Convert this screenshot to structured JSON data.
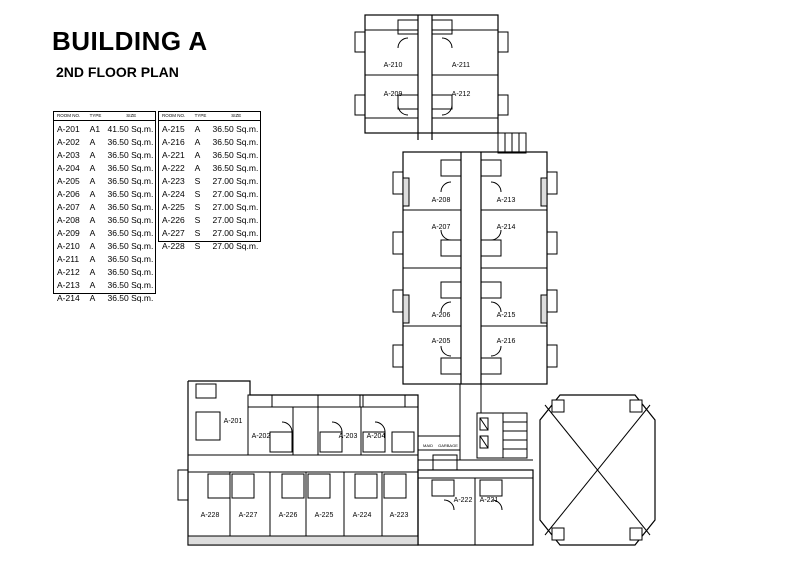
{
  "title": "BUILDING A",
  "subtitle": "2ND FLOOR PLAN",
  "schedule_header": {
    "room": "ROOM NO.",
    "type": "TYPE",
    "size": "SIZE"
  },
  "schedule_left": [
    {
      "room": "A-201",
      "type": "A1",
      "size": "41.50 Sq.m."
    },
    {
      "room": "A-202",
      "type": "A",
      "size": "36.50 Sq.m."
    },
    {
      "room": "A-203",
      "type": "A",
      "size": "36.50 Sq.m."
    },
    {
      "room": "A-204",
      "type": "A",
      "size": "36.50 Sq.m."
    },
    {
      "room": "A-205",
      "type": "A",
      "size": "36.50 Sq.m."
    },
    {
      "room": "A-206",
      "type": "A",
      "size": "36.50 Sq.m."
    },
    {
      "room": "A-207",
      "type": "A",
      "size": "36.50 Sq.m."
    },
    {
      "room": "A-208",
      "type": "A",
      "size": "36.50 Sq.m."
    },
    {
      "room": "A-209",
      "type": "A",
      "size": "36.50 Sq.m."
    },
    {
      "room": "A-210",
      "type": "A",
      "size": "36.50 Sq.m."
    },
    {
      "room": "A-211",
      "type": "A",
      "size": "36.50 Sq.m."
    },
    {
      "room": "A-212",
      "type": "A",
      "size": "36.50 Sq.m."
    },
    {
      "room": "A-213",
      "type": "A",
      "size": "36.50 Sq.m."
    },
    {
      "room": "A-214",
      "type": "A",
      "size": "36.50 Sq.m."
    }
  ],
  "schedule_right": [
    {
      "room": "A-215",
      "type": "A",
      "size": "36.50 Sq.m."
    },
    {
      "room": "A-216",
      "type": "A",
      "size": "36.50 Sq.m."
    },
    {
      "room": "A-221",
      "type": "A",
      "size": "36.50 Sq.m."
    },
    {
      "room": "A-222",
      "type": "A",
      "size": "36.50 Sq.m."
    },
    {
      "room": "A-223",
      "type": "S",
      "size": "27.00 Sq.m."
    },
    {
      "room": "A-224",
      "type": "S",
      "size": "27.00 Sq.m."
    },
    {
      "room": "A-225",
      "type": "S",
      "size": "27.00 Sq.m."
    },
    {
      "room": "A-226",
      "type": "S",
      "size": "27.00 Sq.m."
    },
    {
      "room": "A-227",
      "type": "S",
      "size": "27.00 Sq.m."
    },
    {
      "room": "A-228",
      "type": "S",
      "size": "27.00 Sq.m."
    }
  ],
  "plan_labels": {
    "a201": "A-201",
    "a202": "A-202",
    "a203": "A-203",
    "a204": "A-204",
    "a205": "A-205",
    "a206": "A-206",
    "a207": "A-207",
    "a208": "A-208",
    "a209": "A-209",
    "a210": "A-210",
    "a211": "A-211",
    "a212": "A-212",
    "a213": "A-213",
    "a214": "A-214",
    "a215": "A-215",
    "a216": "A-216",
    "a221": "A-221",
    "a222": "A-222",
    "a223": "A-223",
    "a224": "A-224",
    "a225": "A-225",
    "a226": "A-226",
    "a227": "A-227",
    "a228": "A-228",
    "maid": "MAID",
    "garbage": "GARBAGE"
  }
}
